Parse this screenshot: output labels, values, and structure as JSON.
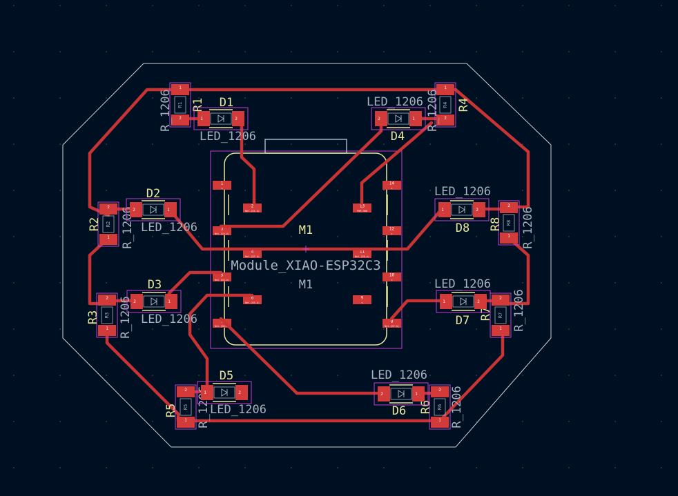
{
  "view": "pcb-layout",
  "colors": {
    "background": "#001023",
    "trace": "#c83434",
    "pad": "#d33a3a",
    "courtyard": "#c040c8",
    "silkscreen": "#e9e79a",
    "fab_text": "#a9b2bf",
    "edge_cuts": "#d0d0d0"
  },
  "module": {
    "ref": "M1",
    "ref_fab": "M1",
    "value": "Module_XIAO-ESP32C3",
    "pads": [
      {
        "num": "1",
        "net": "x"
      },
      {
        "num": "2",
        "net": "Net-(D1-A)"
      },
      {
        "num": "3",
        "net": "Net-(D4-A)"
      },
      {
        "num": "4",
        "net": "Net-(D2-A)"
      },
      {
        "num": "5",
        "net": "Net-(D3-A)"
      },
      {
        "num": "6",
        "net": "Net-(D5-A)"
      },
      {
        "num": "7",
        "net": "Net-(D6-A)"
      },
      {
        "num": "8",
        "net": "Net-(D7-A)"
      },
      {
        "num": "9",
        "net": "x"
      },
      {
        "num": "10",
        "net": "x"
      },
      {
        "num": "11",
        "net": "Net-(D8-A)"
      },
      {
        "num": "12",
        "net": "x"
      },
      {
        "num": "13",
        "net": "PWR_GND"
      },
      {
        "num": "14",
        "net": "x"
      }
    ]
  },
  "resistors": [
    {
      "ref": "R1",
      "value": "R_1206"
    },
    {
      "ref": "R2",
      "value": "R_1206"
    },
    {
      "ref": "R3",
      "value": "R_1206"
    },
    {
      "ref": "R4",
      "value": "R_1206"
    },
    {
      "ref": "R5",
      "value": "R_1206"
    },
    {
      "ref": "R6",
      "value": "R_1206"
    },
    {
      "ref": "R7",
      "value": "R_1206"
    },
    {
      "ref": "R8",
      "value": "R_1206"
    }
  ],
  "leds": [
    {
      "ref": "D1",
      "value": "LED_1206"
    },
    {
      "ref": "D2",
      "value": "LED_1206"
    },
    {
      "ref": "D3",
      "value": "LED_1206"
    },
    {
      "ref": "D4",
      "value": "LED_1206"
    },
    {
      "ref": "D5",
      "value": "LED_1206"
    },
    {
      "ref": "D6",
      "value": "LED_1206"
    },
    {
      "ref": "D7",
      "value": "LED_1206"
    },
    {
      "ref": "D8",
      "value": "LED_1206"
    }
  ],
  "pad_nets": {
    "gnd": "PWR_GND"
  }
}
